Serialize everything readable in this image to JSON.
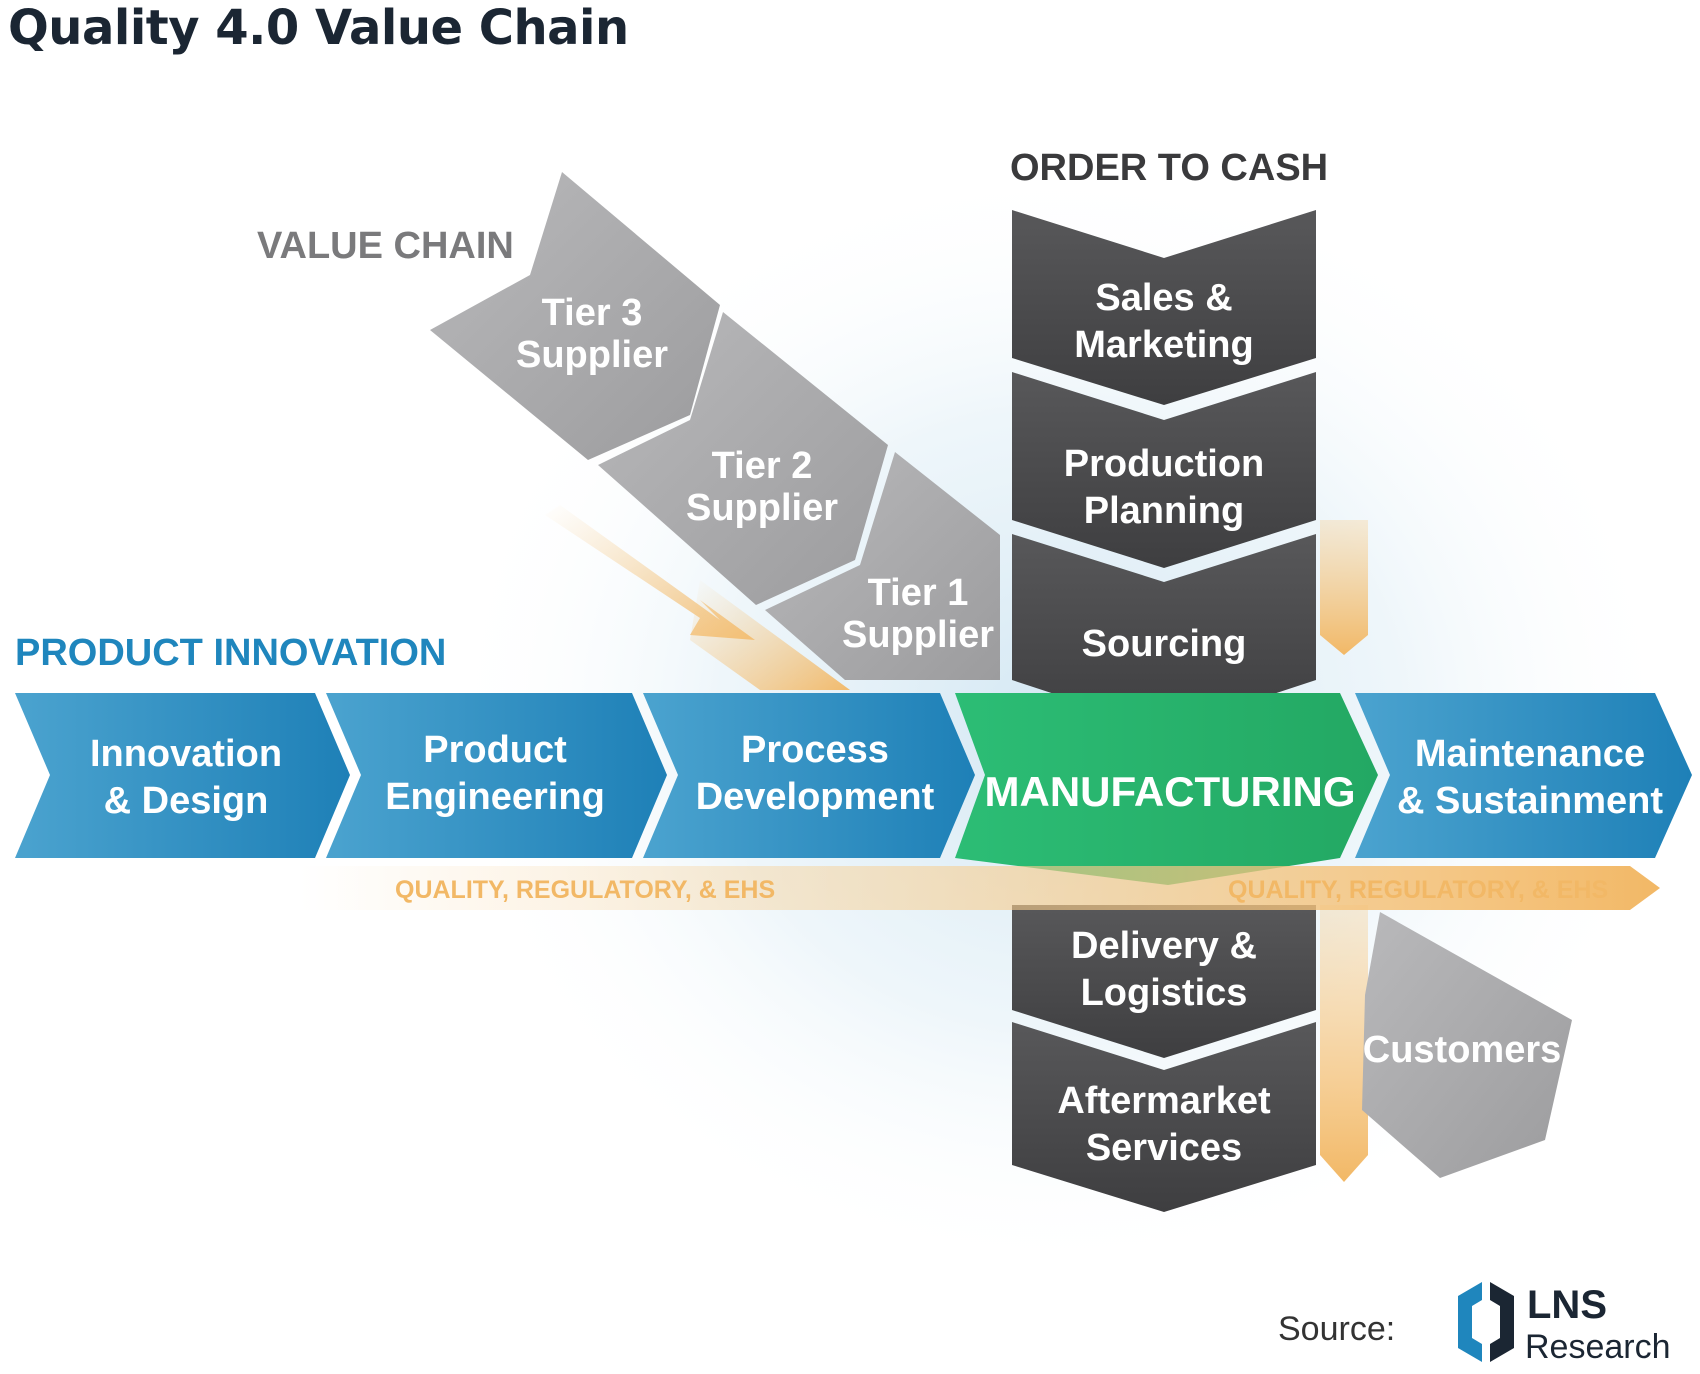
{
  "title": "Quality 4.0 Value Chain",
  "sections": {
    "value_chain": "VALUE CHAIN",
    "order_to_cash": "ORDER TO CASH",
    "product_innovation": "PRODUCT INNOVATION"
  },
  "suppliers": {
    "tier3": [
      "Tier 3",
      "Supplier"
    ],
    "tier2": [
      "Tier 2",
      "Supplier"
    ],
    "tier1": [
      "Tier 1",
      "Supplier"
    ]
  },
  "order_to_cash_steps": {
    "sales": [
      "Sales &",
      "Marketing"
    ],
    "planning": [
      "Production",
      "Planning"
    ],
    "sourcing": "Sourcing",
    "delivery": [
      "Delivery &",
      "Logistics"
    ],
    "aftermarket": [
      "Aftermarket",
      "Services"
    ]
  },
  "innovation_steps": {
    "innovation": [
      "Innovation",
      "& Design"
    ],
    "engineering": [
      "Product",
      "Engineering"
    ],
    "process": [
      "Process",
      "Development"
    ],
    "manufacturing": "MANUFACTURING",
    "maintenance": [
      "Maintenance",
      "& Sustainment"
    ]
  },
  "quality_band": {
    "left": "QUALITY, REGULATORY, & EHS",
    "right": "QUALITY, REGULATORY, & EHS"
  },
  "customers": "Customers",
  "source": {
    "label": "Source:",
    "logo_line1": "LNS",
    "logo_line2": "Research"
  },
  "colors": {
    "blue": "#2489bd",
    "green": "#27b46e",
    "dark_gray": "#4d4d4f",
    "light_gray": "#adadaf",
    "orange": "#f2b866",
    "section_blue": "#1f86bd",
    "section_gray": "#7a7a7c",
    "section_dark": "#3a3a3c"
  }
}
